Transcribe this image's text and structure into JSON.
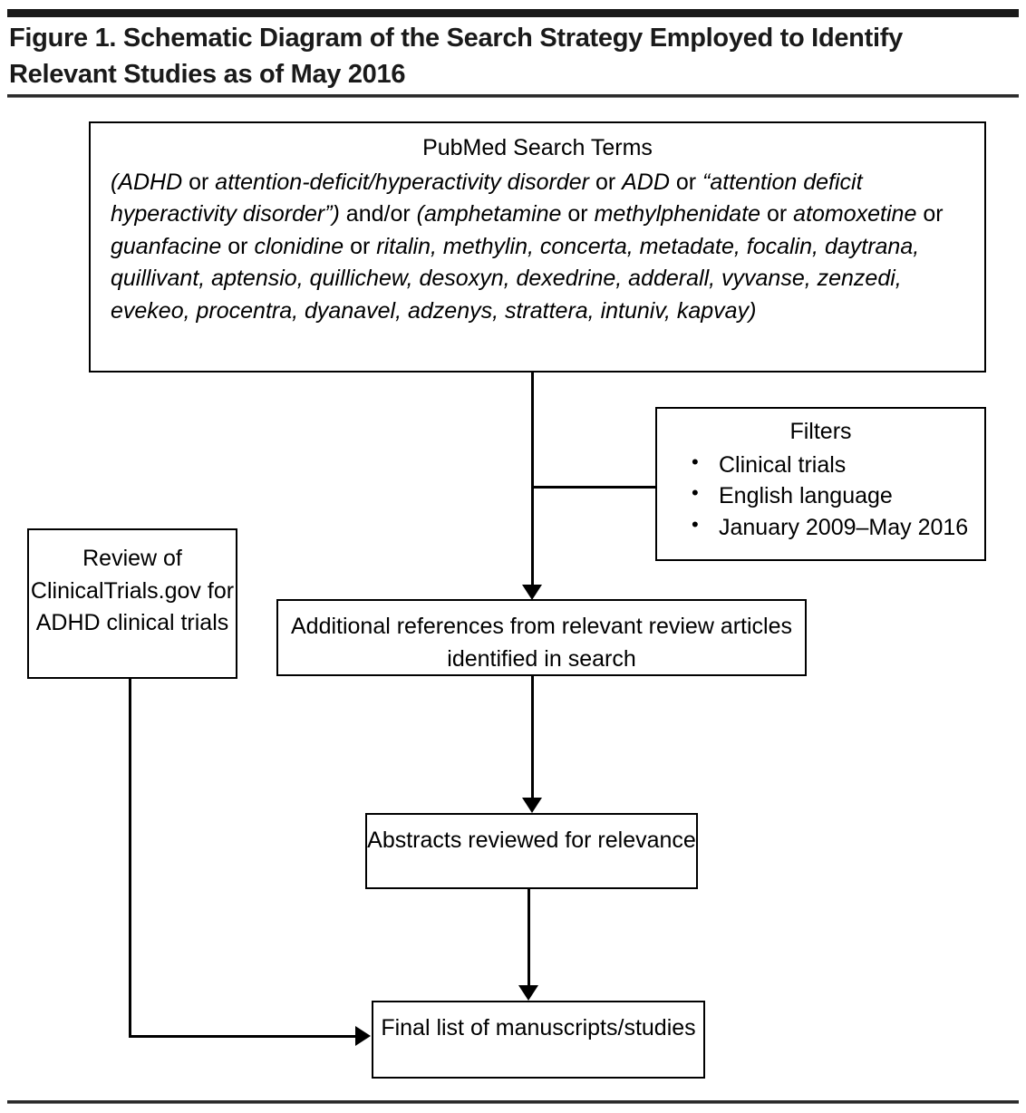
{
  "figure": {
    "title": "Figure 1. Schematic Diagram of the Search Strategy Employed to Identify Relevant Studies as of May 2016"
  },
  "nodes": {
    "search": {
      "heading": "PubMed Search Terms",
      "terms_line1_a": "(ADHD",
      "terms_or1": " or ",
      "terms_line1_b": "attention-deficit/hyperactivity disorder",
      "terms_or2": " or ",
      "terms_line1_c": "ADD",
      "terms_or3": " or ",
      "terms_line1_d": "“attention deficit hyperactivity disorder”)",
      "terms_andor": " and/or ",
      "terms_line2": "(amphetamine",
      "terms_or4": " or ",
      "terms_line2_b": "methylphenidate",
      "terms_or5": " or ",
      "terms_line2_c": "atomoxetine",
      "terms_or6": " or ",
      "terms_line2_d": "guanfacine",
      "terms_or7": " or ",
      "terms_line2_e": "clonidine",
      "terms_or8": " or ",
      "terms_drug_list": "ritalin, methylin, concerta, metadate, focalin, daytrana, quillivant, aptensio, quillichew, desoxyn, dexedrine, adderall, vyvanse, zenzedi, evekeo, procentra, dyanavel, adzenys, strattera, intuniv, kapvay)"
    },
    "filters": {
      "heading": "Filters",
      "bullet_glyph": "•",
      "items": [
        "Clinical trials",
        "English language",
        "January 2009–May 2016"
      ]
    },
    "ctgov": {
      "text": "Review of ClinicalTrials.gov for ADHD clinical trials"
    },
    "additional_references": {
      "text": "Additional references from relevant review articles identified in search"
    },
    "abstracts": {
      "text": "Abstracts reviewed for relevance"
    },
    "final": {
      "text": "Final list of manuscripts/studies"
    }
  },
  "colors": {
    "ink": "#000000",
    "rule": "#1a1a1a",
    "background": "#ffffff"
  }
}
